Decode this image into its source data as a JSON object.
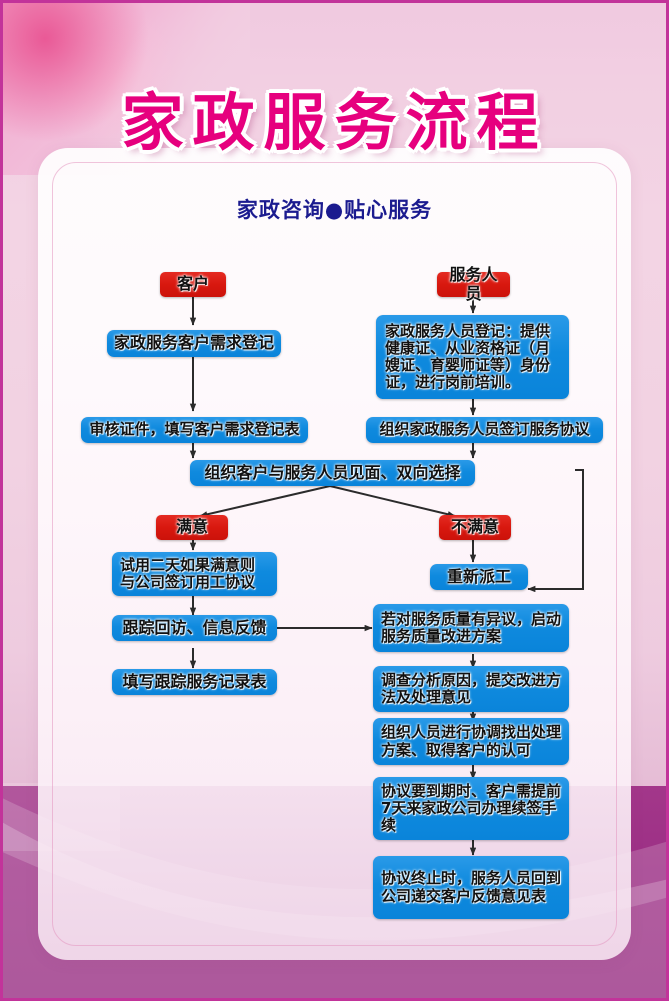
{
  "poster": {
    "title": "家政服务流程",
    "subtitle": "家政咨询●贴心服务",
    "colors": {
      "title_pink": "#e6007e",
      "node_blue": "#0f8ade",
      "node_red": "#d8180f",
      "subtitle_blue": "#1b1b8f",
      "background_pink": "#f2cfe2",
      "band_magenta": "#9c2f85"
    }
  },
  "flow": {
    "nodes": [
      {
        "id": "customer",
        "label": "客户",
        "type": "red"
      },
      {
        "id": "staff",
        "label": "服务人员",
        "type": "red"
      },
      {
        "id": "need_register",
        "label": "家政服务客户需求登记",
        "type": "blue"
      },
      {
        "id": "staff_register",
        "label": "家政服务人员登记：提供健康证、从业资格证（月嫂证、育婴师证等）身份证，进行岗前培训。",
        "type": "blue"
      },
      {
        "id": "verify_form",
        "label": "审核证件，填写客户需求登记表",
        "type": "blue"
      },
      {
        "id": "staff_agreement",
        "label": "组织家政服务人员签订服务协议",
        "type": "blue"
      },
      {
        "id": "meeting",
        "label": "组织客户与服务人员见面、双向选择",
        "type": "blue"
      },
      {
        "id": "satisfied",
        "label": "满意",
        "type": "red"
      },
      {
        "id": "unsatisfied",
        "label": "不满意",
        "type": "red"
      },
      {
        "id": "trial",
        "label": "试用二天如果满意则与公司签订用工协议",
        "type": "blue"
      },
      {
        "id": "reassign",
        "label": "重新派工",
        "type": "blue"
      },
      {
        "id": "followup",
        "label": "跟踪回访、信息反馈",
        "type": "blue"
      },
      {
        "id": "quality_plan",
        "label": "若对服务质量有异议，启动服务质量改进方案",
        "type": "blue"
      },
      {
        "id": "record_form",
        "label": "填写跟踪服务记录表",
        "type": "blue"
      },
      {
        "id": "analyze",
        "label": "调查分析原因，提交改进方法及处理意见",
        "type": "blue"
      },
      {
        "id": "coordinate",
        "label": "组织人员进行协调找出处理方案、取得客户的认可",
        "type": "blue"
      },
      {
        "id": "renewal",
        "label": "协议要到期时、客户需提前7天来家政公司办理续签手续",
        "type": "blue"
      },
      {
        "id": "termination",
        "label": "协议终止时，服务人员回到公司递交客户反馈意见表",
        "type": "blue"
      }
    ]
  }
}
